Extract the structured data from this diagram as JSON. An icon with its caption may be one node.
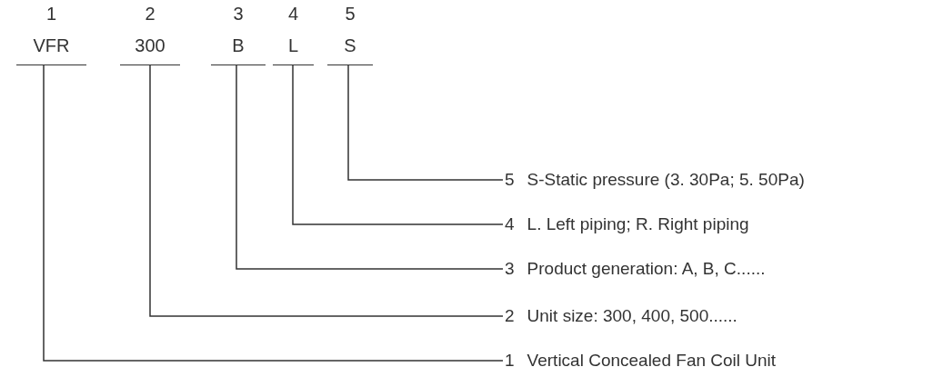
{
  "diagram": {
    "nodes": [
      {
        "text": [
          "1",
          "VFR"
        ]
      },
      {
        "text": [
          "2",
          "300"
        ]
      },
      {
        "text": [
          "3",
          "B"
        ]
      },
      {
        "text": [
          "4",
          "L"
        ]
      },
      {
        "text": [
          "5",
          "S"
        ]
      },
      {
        "text": [
          "5",
          "S-Static pressure (3. 30Pa; 5. 50Pa)"
        ]
      },
      {
        "text": [
          "4",
          "L. Left piping; R. Right piping"
        ]
      },
      {
        "text": [
          "3",
          "Product generation: A, B, C......"
        ]
      },
      {
        "text": [
          "2",
          "Unit size: 300, 400, 500......"
        ]
      },
      {
        "text": [
          "1",
          "Vertical Concealed Fan Coil Unit"
        ]
      }
    ],
    "edges": [
      {
        "from": 4,
        "to": 5,
        "arrow": "none"
      },
      {
        "from": 3,
        "to": 6,
        "arrow": "none"
      },
      {
        "from": 2,
        "to": 7,
        "arrow": "none"
      },
      {
        "from": 1,
        "to": 8,
        "arrow": "none"
      },
      {
        "from": 0,
        "to": 9,
        "arrow": "none"
      }
    ]
  }
}
